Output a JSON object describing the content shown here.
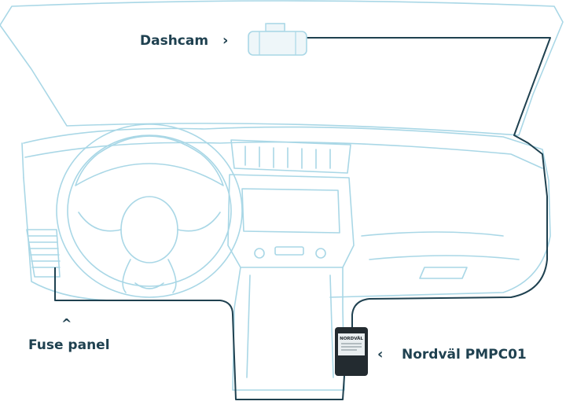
{
  "labels": {
    "dashcam": "Dashcam",
    "fuse_panel": "Fuse panel",
    "device": "Nordväl PMPC01"
  },
  "arrows": {
    "dashcam": "›",
    "fuse_panel": "^",
    "device": "‹"
  },
  "device_label": {
    "brand": "NORDVÄL"
  },
  "colors": {
    "outline": "#a9d7e6",
    "cable": "#1f4150",
    "text": "#1f4150",
    "device_body": "#232b30"
  }
}
